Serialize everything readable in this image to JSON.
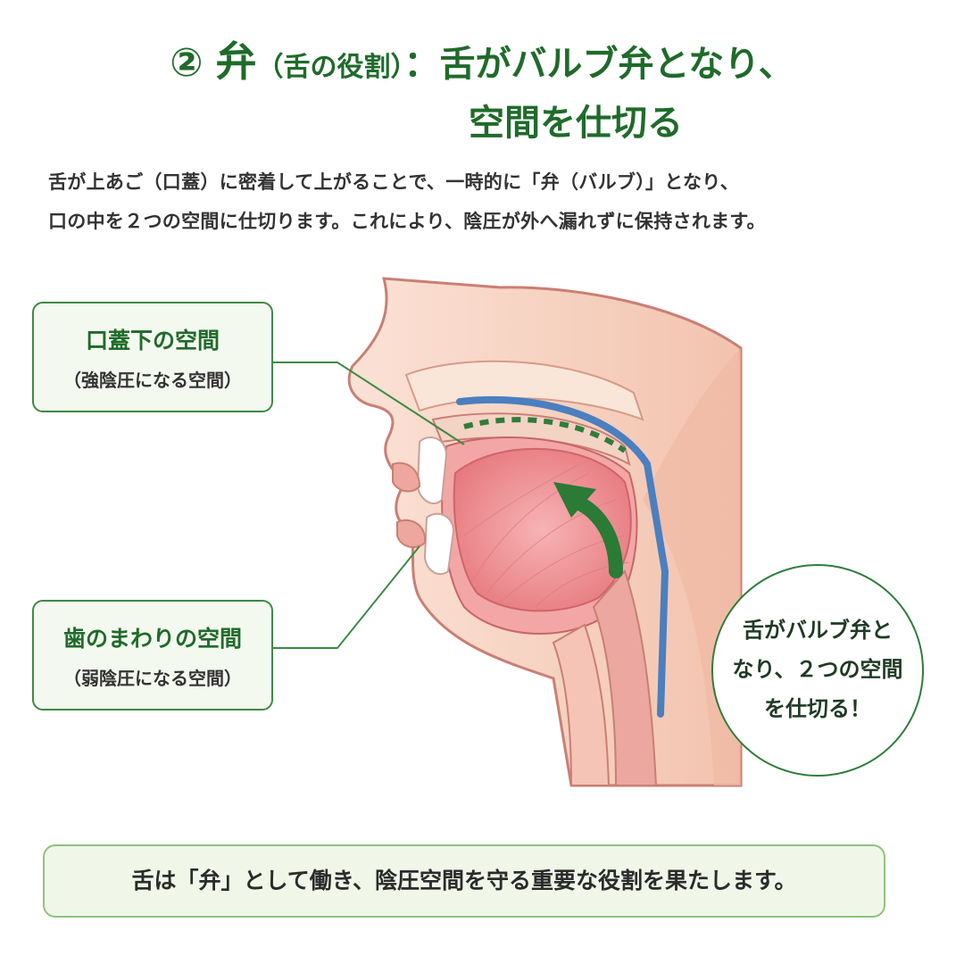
{
  "title": {
    "number": "②",
    "keyword": "弁",
    "paren": "（舌の役割）",
    "colon": "：",
    "line1_rest": "舌がバルブ弁となり、",
    "line2": "空間を仕切る"
  },
  "lead": {
    "line1": "舌が上あご（口蓋）に密着して上がることで、一時的に「弁（バルブ）」となり、",
    "line2": "口の中を２つの空間に仕切ります。これにより、陰圧が外へ漏れずに保持されます。"
  },
  "labels": {
    "upper": {
      "title": "口蓋下の空間",
      "sub": "（強陰圧になる空間）"
    },
    "teeth": {
      "title": "歯のまわりの空間",
      "sub": "（弱陰圧になる空間）"
    }
  },
  "bubble": {
    "line1": "舌がバルブ弁と",
    "line2": "なり、２つの空間",
    "line3": "を仕切る！"
  },
  "bottom": {
    "text": "舌は「弁」として働き、陰圧空間を守る重要な役割を果たします。"
  },
  "colors": {
    "accent_green": "#1f6b2a",
    "skin": "#f4c9b8",
    "tongue": "#ee8f93",
    "airway_blue": "#4a7fc0"
  }
}
